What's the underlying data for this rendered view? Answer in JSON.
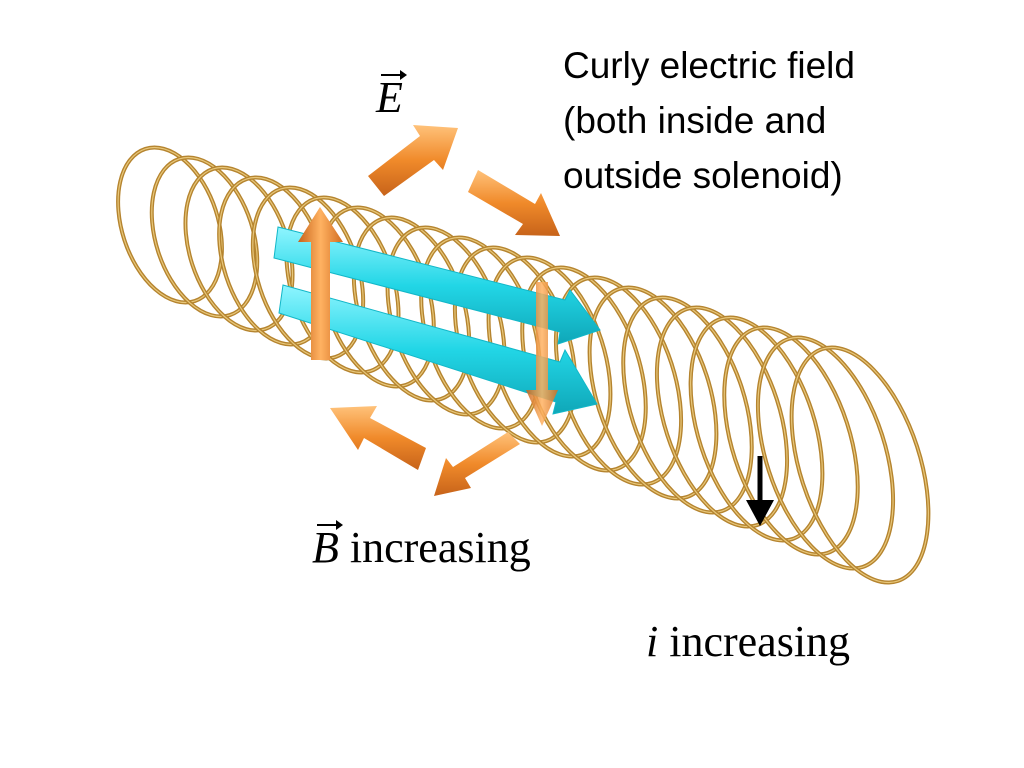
{
  "caption": {
    "lines": [
      "Curly electric field",
      "(both inside and",
      "outside solenoid)"
    ]
  },
  "labels": {
    "e_symbol": "E",
    "b_symbol": "B",
    "b_text": "increasing",
    "i_symbol": "i",
    "i_text": "increasing"
  },
  "colors": {
    "coil": "#b5842f",
    "coil_highlight": "#e8c77a",
    "field_b": "#22d6e6",
    "field_e": "#f08a2a",
    "current_arrow": "#000000"
  }
}
